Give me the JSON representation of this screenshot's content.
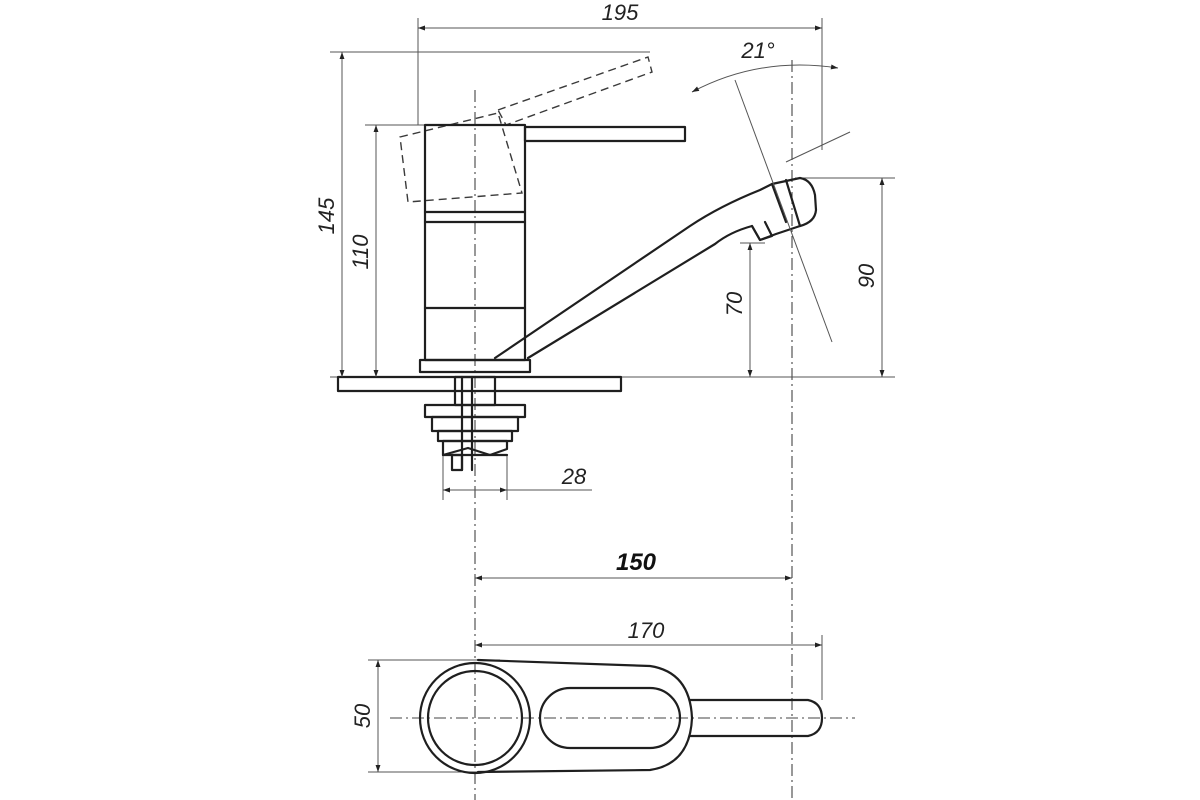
{
  "dimensions": {
    "overall_width": "195",
    "overall_height": "145",
    "body_height": "110",
    "spout_outlet_height": "70",
    "spout_top_height": "90",
    "lever_angle": "21°",
    "thread_diameter": "28",
    "spout_reach": "150",
    "top_length": "170",
    "top_width": "50"
  }
}
